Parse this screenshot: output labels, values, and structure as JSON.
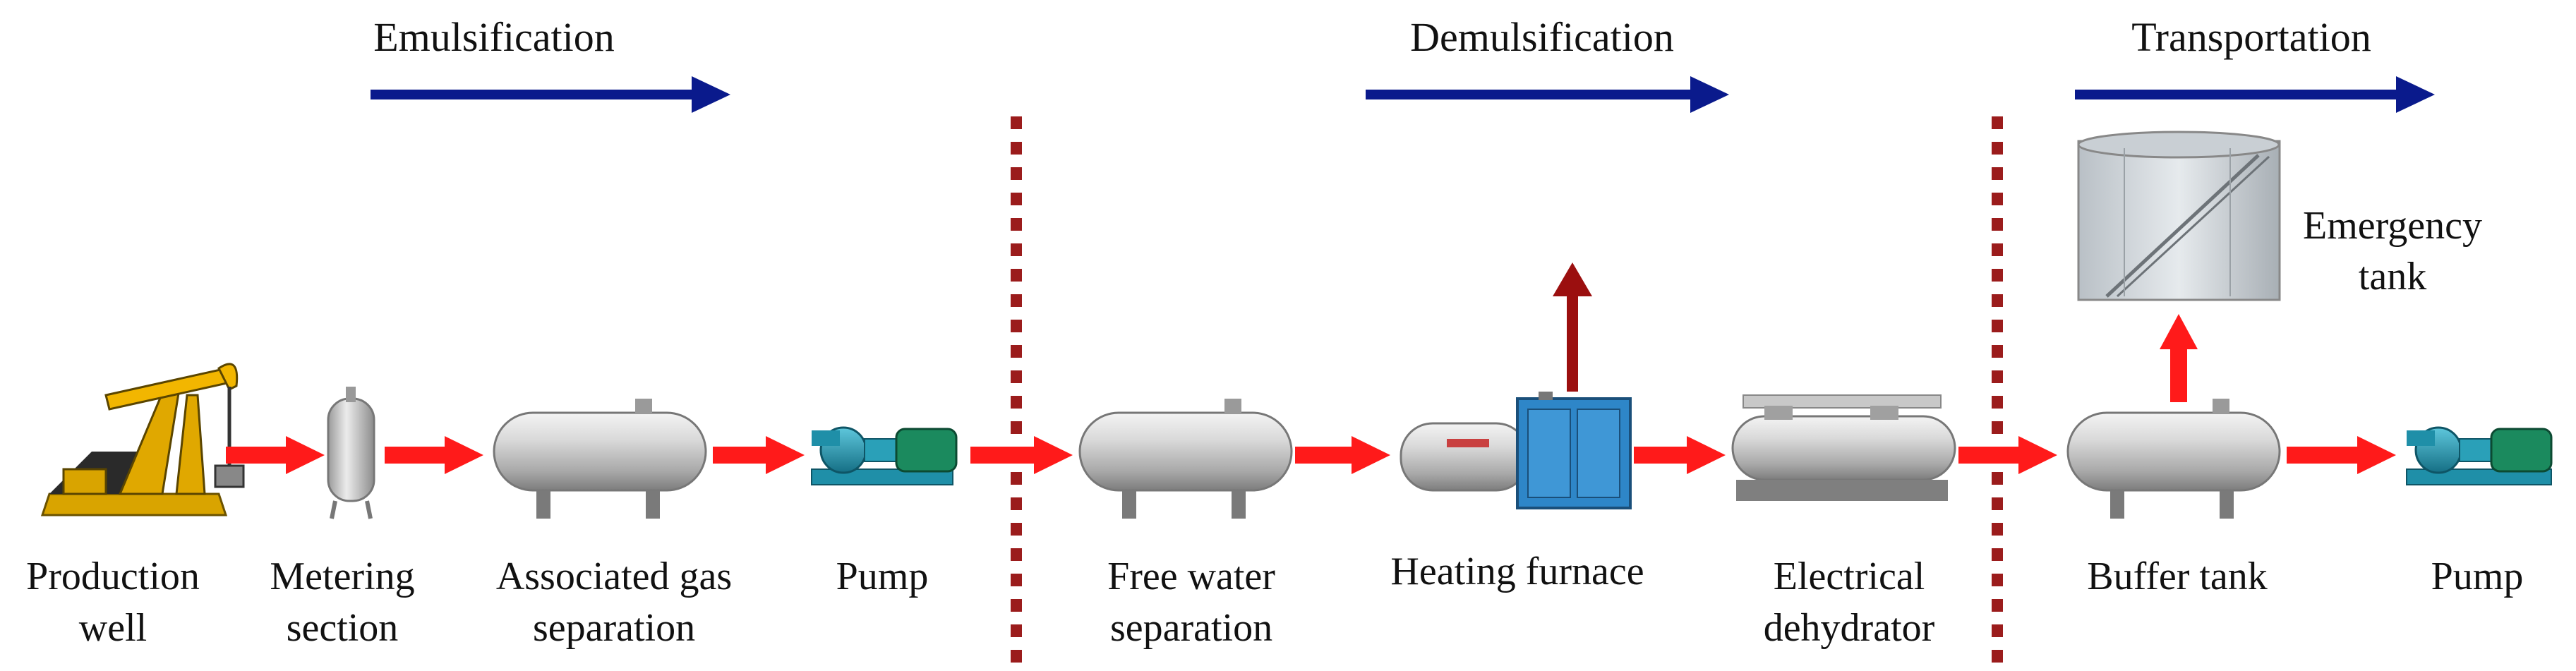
{
  "stages": [
    {
      "label": "Emulsification"
    },
    {
      "label": "Demulsification"
    },
    {
      "label": "Transportation"
    }
  ],
  "components": [
    {
      "id": "production-well",
      "lines": [
        "Production",
        "well"
      ]
    },
    {
      "id": "metering-section",
      "lines": [
        "Metering",
        "section"
      ]
    },
    {
      "id": "associated-gas-separation",
      "lines": [
        "Associated gas",
        "separation"
      ]
    },
    {
      "id": "pump-1",
      "lines": [
        "Pump"
      ]
    },
    {
      "id": "free-water-separation",
      "lines": [
        "Free water",
        "separation"
      ]
    },
    {
      "id": "heating-furnace",
      "lines": [
        "Heating furnace"
      ]
    },
    {
      "id": "electrical-dehydrator",
      "lines": [
        "Electrical",
        "dehydrator"
      ]
    },
    {
      "id": "buffer-tank",
      "lines": [
        "Buffer tank"
      ]
    },
    {
      "id": "pump-2",
      "lines": [
        "Pump"
      ]
    },
    {
      "id": "emergency-tank",
      "lines": [
        "Emergency",
        "tank"
      ]
    }
  ],
  "colors": {
    "stage_arrow": "#0a1a8c",
    "flow_arrow": "#ff1a1a",
    "exhaust_arrow": "#9b0f0f",
    "divider": "#9b1c1c",
    "vessel": "#c9c9c9",
    "pump_body": "#1f8fa8",
    "furnace_box": "#2e86c8"
  }
}
